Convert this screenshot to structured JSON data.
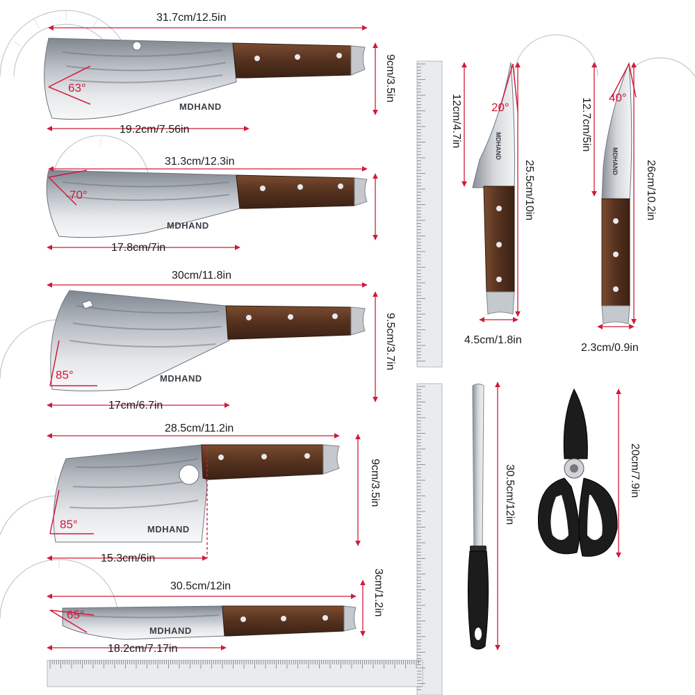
{
  "brand": "MDHAND",
  "products": {
    "cleaver_1": {
      "length": "31.7cm/12.5in",
      "height": "9cm/3.5in",
      "blade": "19.2cm/7.56in",
      "angle": "63°"
    },
    "cleaver_2": {
      "length": "31.3cm/12.3in",
      "blade": "17.8cm/7in",
      "angle": "70°"
    },
    "cleaver_3": {
      "length": "30cm/11.8in",
      "height": "9.5cm/3.7in",
      "blade": "17cm/6.7in",
      "angle": "85°"
    },
    "cleaver_4": {
      "length": "28.5cm/11.2in",
      "height": "9cm/3.5in",
      "blade": "15.3cm/6in",
      "angle": "85°"
    },
    "knife_5": {
      "length": "30.5cm/12in",
      "height": "3cm/1.2in",
      "blade": "18.2cm/7.17in",
      "angle": "65°"
    },
    "boning_knife": {
      "blade": "12cm/4.7in",
      "length": "25.5cm/10in",
      "width": "4.5cm/1.8in",
      "angle": "20°"
    },
    "fillet_knife": {
      "blade": "12.7cm/5in",
      "length": "26cm/10.2in",
      "width": "2.3cm/0.9in",
      "angle": "40°"
    },
    "sharpening_rod": {
      "length": "30.5cm/12in"
    },
    "kitchen_scissors": {
      "length": "20cm/7.9in"
    }
  },
  "colors": {
    "dimension_line": "#d11a3a",
    "handle": "#5a3522",
    "steel": "#c9ccd1",
    "sheath": "#1c1c1c"
  }
}
